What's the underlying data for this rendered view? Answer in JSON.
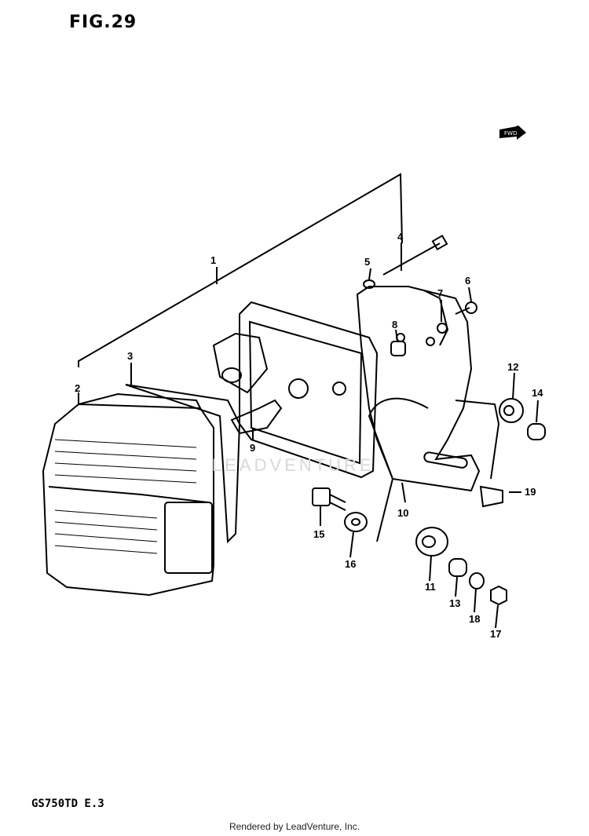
{
  "figure": {
    "title": "FIG.29",
    "model": "GS750TD  E.3",
    "footer": "Rendered by LeadVenture, Inc.",
    "fwd_marker": "FWD"
  },
  "callouts": [
    "1",
    "2",
    "3",
    "4",
    "5",
    "6",
    "7",
    "8",
    "9",
    "10",
    "11",
    "12",
    "13",
    "14",
    "15",
    "16",
    "17",
    "18",
    "19"
  ],
  "watermark": "LEADVENTURE"
}
